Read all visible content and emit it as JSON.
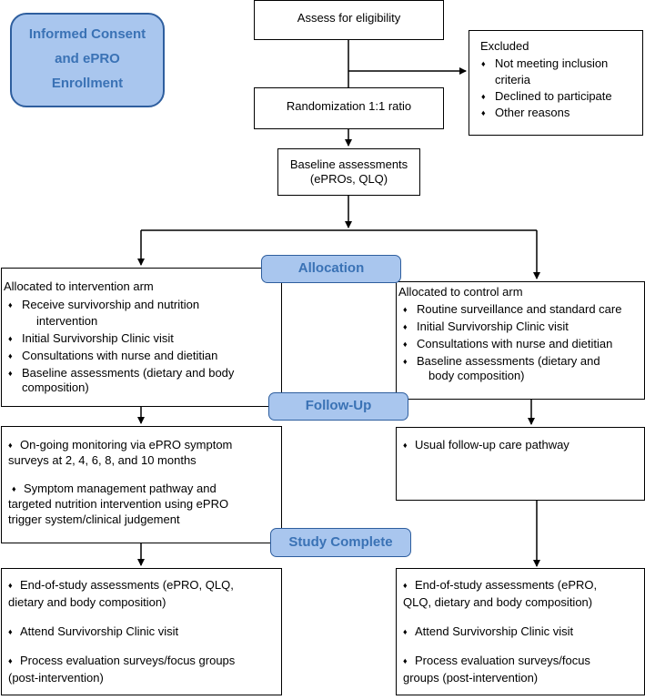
{
  "enrollment_label": [
    "Informed Consent",
    "and ePRO",
    "Enrollment"
  ],
  "eligibility": "Assess for eligibility",
  "excluded": {
    "title": "Excluded",
    "items": [
      "Not meeting inclusion",
      "criteria",
      "Declined to participate",
      "Other reasons"
    ]
  },
  "randomization": "Randomization 1:1 ratio",
  "baseline": [
    "Baseline assessments",
    "(ePROs, QLQ)"
  ],
  "stages": {
    "allocation": "Allocation",
    "followup": "Follow-Up",
    "complete": "Study Complete"
  },
  "intervention_arm": {
    "title": "Allocated to intervention arm",
    "lines": [
      "Receive survivorship and nutrition",
      "intervention",
      "Initial Survivorship Clinic visit",
      "Consultations with nurse and dietitian",
      "Baseline assessments (dietary and body",
      "composition)"
    ]
  },
  "control_arm": {
    "title": "Allocated to control arm",
    "lines": [
      "Routine surveillance and standard care",
      "Initial Survivorship Clinic visit",
      "Consultations with nurse and dietitian",
      "Baseline assessments (dietary and",
      "body composition)"
    ]
  },
  "intervention_followup": {
    "lines": [
      "On-going monitoring via ePRO symptom",
      "surveys at 2, 4, 6, 8, and 10 months",
      "Symptom management pathway and",
      "targeted nutrition intervention using ePRO",
      "trigger system/clinical judgement"
    ]
  },
  "control_followup": {
    "lines": [
      "Usual follow-up care pathway"
    ]
  },
  "intervention_complete": {
    "lines": [
      "End-of-study assessments (ePRO, QLQ,",
      "dietary and body composition)",
      "Attend Survivorship Clinic visit",
      "Process evaluation surveys/focus groups",
      "(post-intervention)"
    ]
  },
  "control_complete": {
    "lines": [
      "End-of-study assessments (ePRO,",
      "QLQ, dietary and body composition)",
      "Attend Survivorship Clinic visit",
      "Process evaluation surveys/focus",
      "groups (post-intervention)"
    ]
  },
  "bullet": "♦"
}
